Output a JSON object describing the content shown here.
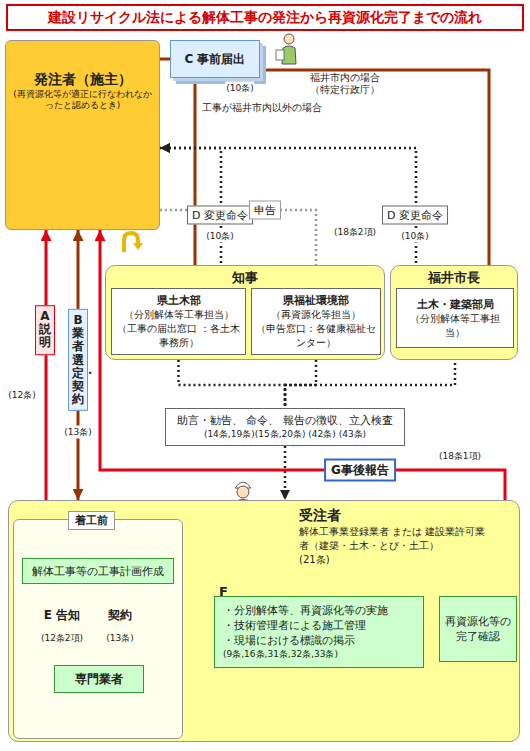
{
  "diagram": {
    "title": "建設リサイクル法による解体工事の発注から再資源化完了までの流れ",
    "nodes": [
      {
        "text": [
          "発注者（施主）",
          "(再資源化等が適正に行なわれなかったと認めるとき)"
        ]
      },
      {
        "text": [
          "C 事前届出"
        ]
      },
      {
        "text": [
          "知事"
        ]
      },
      {
        "text": [
          "県土木部",
          "（分別解体等工事担当）",
          "（工事の届出窓口 ：各土木事務所）"
        ],
        "in": 2
      },
      {
        "text": [
          "県福祉環境部",
          "（再資源化等担当）",
          "（申告窓口：各健康福祉センター）"
        ],
        "in": 2
      },
      {
        "text": [
          "福井市長"
        ]
      },
      {
        "text": [
          "土木・建築部局",
          "（分別解体等工事担当）"
        ],
        "in": 5
      },
      {
        "text": [
          "助言・勧告、 命令、 報告の徴収、立入検査",
          "(14条,19条)(15条,20条) (42条) (43条)"
        ]
      },
      {
        "text": [
          "受注者",
          "解体工事業登録業者 または 建設業許可業者（建築・土木・とび・土工）",
          "(21条)"
        ]
      },
      {
        "text": [
          "着工前"
        ],
        "in": 8
      },
      {
        "text": [
          "解体工事等の工事計画作成"
        ],
        "in": 9
      },
      {
        "text": [
          "専門業者"
        ],
        "in": 9
      },
      {
        "text": [
          "F",
          "・分別解体等、再資源化等の実施",
          "・技術管理者による施工管理",
          "・現場における標識の掲示",
          "(9条,16条,31条,32条,33条)"
        ],
        "in": 8
      },
      {
        "text": [
          "再資源化等の完了確認"
        ],
        "in": 8
      }
    ],
    "edges": [
      {
        "from": 0,
        "to": 1,
        "arrow": "none"
      },
      {
        "from": 1,
        "to": 3,
        "label": "工事が福井市内以外の場合",
        "arrow": "to"
      },
      {
        "from": 1,
        "to": 6,
        "label": "福井市内の場合 （特定行政庁）",
        "arrow": "to"
      },
      {
        "from": 3,
        "to": 0,
        "label": "D 変更命令",
        "arrow": "to"
      },
      {
        "from": 6,
        "to": 0,
        "label": "D 変更命令",
        "arrow": "to"
      },
      {
        "from": 0,
        "to": 4,
        "label": "申告",
        "arrow": "to"
      },
      {
        "from": 3,
        "to": 7,
        "arrow": "none"
      },
      {
        "from": 4,
        "to": 7,
        "arrow": "none"
      },
      {
        "from": 6,
        "to": 7,
        "arrow": "none"
      },
      {
        "from": 7,
        "to": 8,
        "arrow": "to"
      },
      {
        "from": 13,
        "to": 0,
        "label": "G事後報告",
        "arrow": "to"
      },
      {
        "from": 9,
        "to": 0,
        "label": "A 説明",
        "arrow": "to"
      },
      {
        "from": 0,
        "to": 8,
        "label": "B 業者選定・契約",
        "arrow": "both"
      },
      {
        "from": 10,
        "to": 11,
        "label": "E 告知",
        "arrow": "to"
      },
      {
        "from": 11,
        "to": 10,
        "label": "契約",
        "arrow": "to"
      },
      {
        "from": 9,
        "to": 12,
        "arrow": "to"
      },
      {
        "from": 12,
        "to": 13,
        "arrow": "to"
      }
    ],
    "labels": [
      "(10条)",
      "(10条)",
      "(10条)",
      "(18条2項)",
      "(12条)",
      "(13条)",
      "(18条1項)",
      "(12条2項)",
      "(13条)"
    ]
  }
}
